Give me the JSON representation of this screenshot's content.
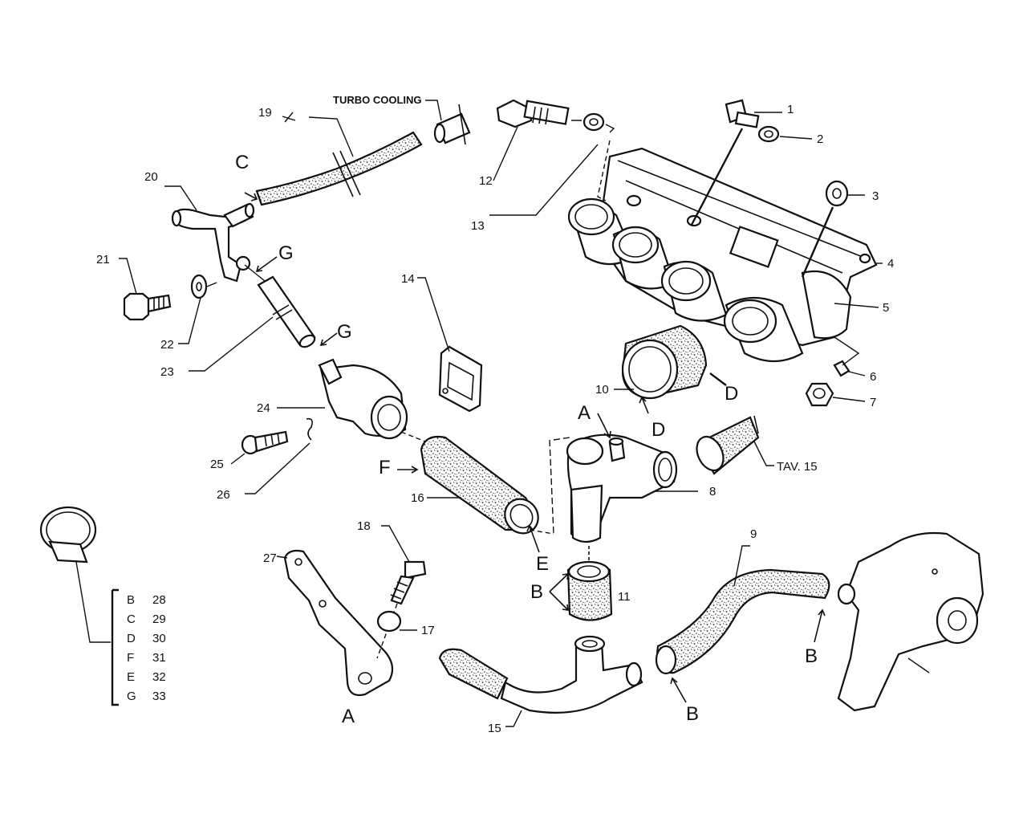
{
  "diagram": {
    "caption_turbo": "TURBO COOLING",
    "caption_tav": "TAV. 15",
    "part_numbers": [
      "1",
      "2",
      "3",
      "4",
      "5",
      "6",
      "7",
      "8",
      "9",
      "10",
      "11",
      "12",
      "13",
      "14",
      "15",
      "16",
      "17",
      "18",
      "19",
      "20",
      "21",
      "22",
      "23",
      "24",
      "25",
      "26",
      "27"
    ],
    "letters": {
      "a1": "A",
      "a2": "A",
      "b1": "B",
      "b2": "B",
      "b3": "B",
      "c1": "C",
      "d1": "D",
      "d2": "D",
      "e1": "E",
      "f1": "F",
      "g1": "G",
      "g2": "G"
    },
    "clamp_table": [
      {
        "letter": "B",
        "number": "28"
      },
      {
        "letter": "C",
        "number": "29"
      },
      {
        "letter": "D",
        "number": "30"
      },
      {
        "letter": "F",
        "number": "31"
      },
      {
        "letter": "E",
        "number": "32"
      },
      {
        "letter": "G",
        "number": "33"
      }
    ]
  }
}
